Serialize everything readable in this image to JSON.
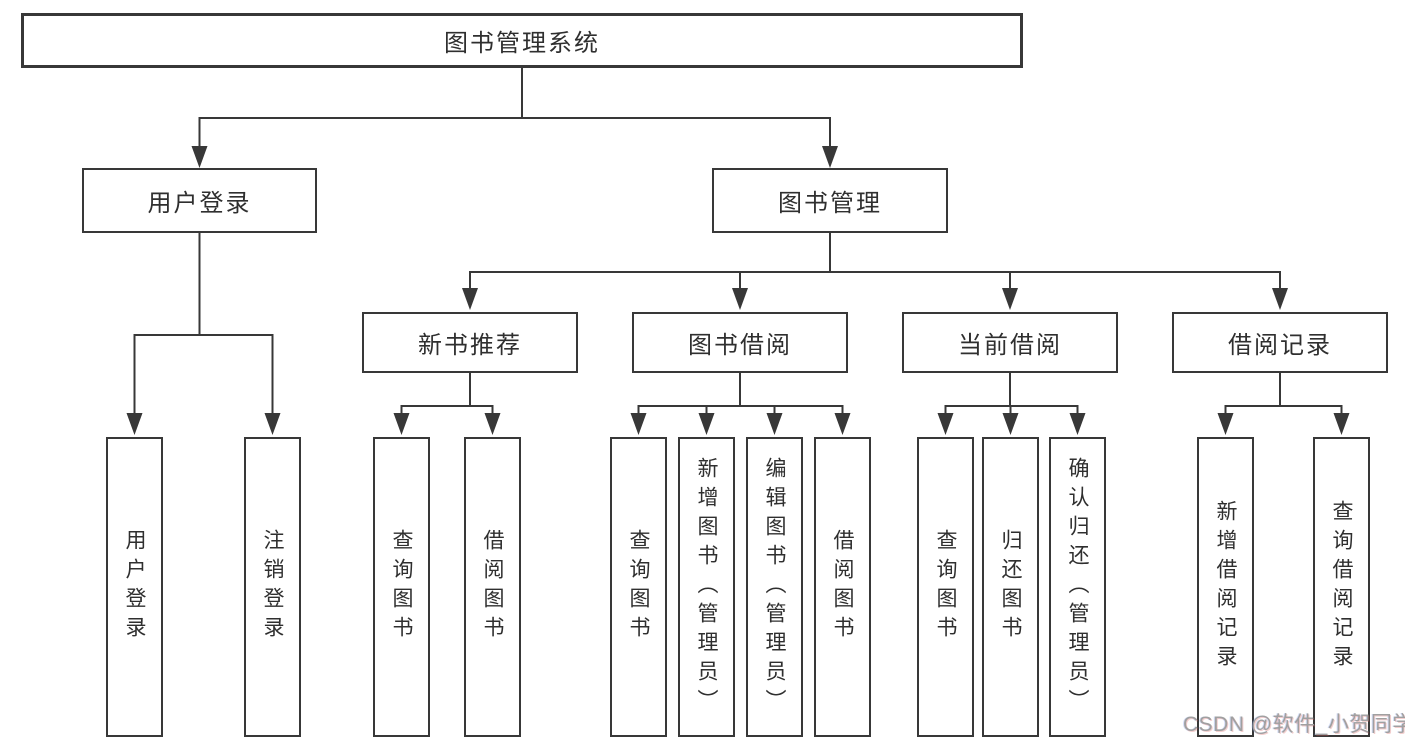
{
  "diagram_title": "图书管理系统",
  "nodes": {
    "root": "图书管理系统",
    "level2": [
      "用户登录",
      "图书管理"
    ],
    "level3": [
      "新书推荐",
      "图书借阅",
      "当前借阅",
      "借阅记录"
    ],
    "leaves": [
      "用户登录",
      "注销登录",
      "查询图书",
      "借阅图书",
      "查询图书",
      "新增图书（管理员）",
      "编辑图书（管理员）",
      "借阅图书",
      "查询图书",
      "归还图书",
      "确认归还（管理员）",
      "新增借阅记录",
      "查询借阅记录"
    ]
  },
  "watermark": "CSDN @软件_小贺同学",
  "colors": {
    "line": "#383838",
    "border": "#383838",
    "text": "#2f2f2f",
    "watermark": "#a0a0a0",
    "background": "#ffffff"
  }
}
